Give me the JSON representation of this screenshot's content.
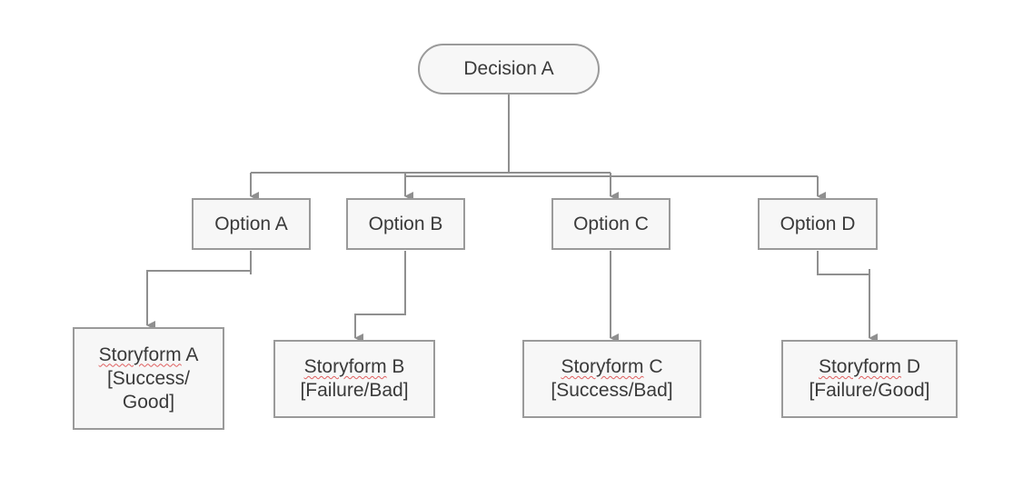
{
  "decision": {
    "label": "Decision A"
  },
  "options": [
    {
      "label": "Option A"
    },
    {
      "label": "Option B"
    },
    {
      "label": "Option C"
    },
    {
      "label": "Option D"
    }
  ],
  "storyforms": [
    {
      "word": "Storyform",
      "letter": "A",
      "lines": [
        "[Success/",
        "Good]"
      ]
    },
    {
      "word": "Storyform",
      "letter": "B",
      "lines": [
        "[Failure/Bad]"
      ]
    },
    {
      "word": "Storyform",
      "letter": "C",
      "lines": [
        "[Success/Bad]"
      ]
    },
    {
      "word": "Storyform",
      "letter": "D",
      "lines": [
        "[Failure/Good]"
      ]
    }
  ],
  "colors": {
    "line": "#8f8f8f",
    "border": "#9a9a9a",
    "fill": "#f7f7f7",
    "spellcheck": "#e06060"
  }
}
